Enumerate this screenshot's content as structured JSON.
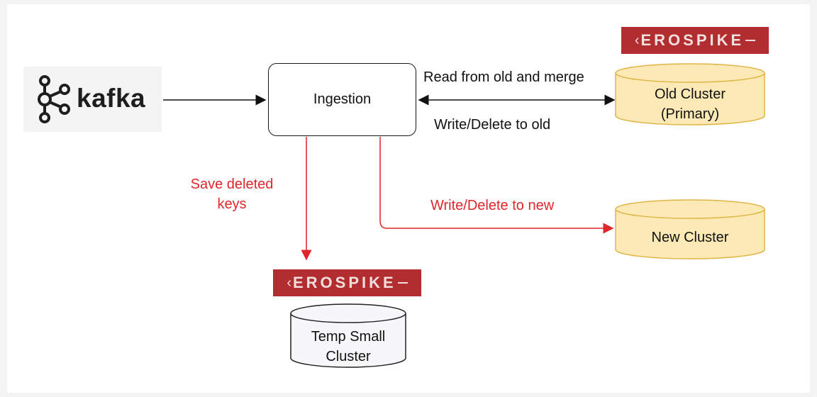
{
  "nodes": {
    "kafka": {
      "label": "kafka"
    },
    "ingestion": {
      "label": "Ingestion"
    },
    "old_cluster": {
      "line1": "Old Cluster",
      "line2": "(Primary)"
    },
    "new_cluster": {
      "label": "New Cluster"
    },
    "temp_cluster": {
      "line1": "Temp Small",
      "line2": "Cluster"
    }
  },
  "brand": {
    "aerospike_top": "EROSPIKE",
    "aerospike_bottom": "EROSPIKE",
    "color": "#b12d2f"
  },
  "edges": {
    "read_merge": "Read from old and merge",
    "write_old": "Write/Delete to old",
    "save_deleted_1": "Save deleted",
    "save_deleted_2": "keys",
    "write_new": "Write/Delete to new"
  },
  "colors": {
    "cluster_fill": "#fde9b5",
    "cluster_stroke": "#e0b444",
    "temp_fill": "#f7f7fa",
    "red_edge": "#e0262b",
    "black_edge": "#111111"
  }
}
